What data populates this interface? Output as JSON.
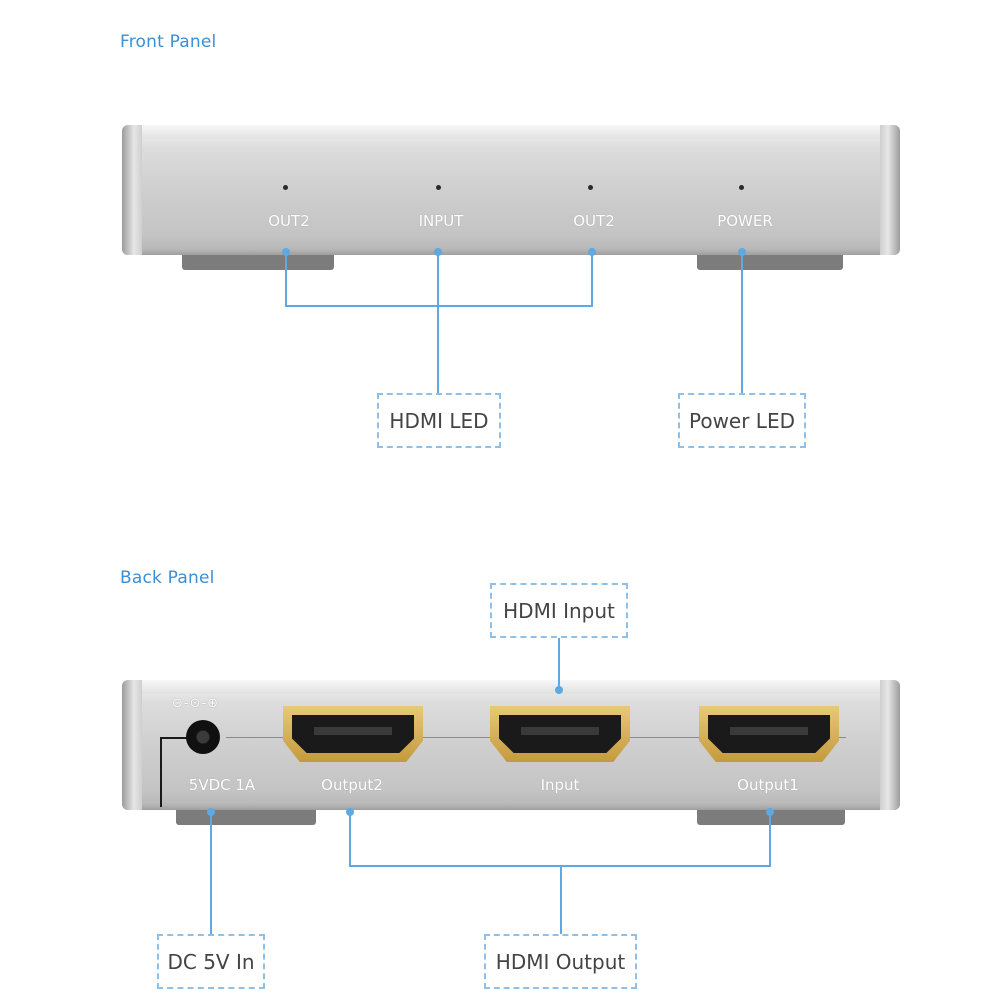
{
  "sections": {
    "front_title": "Front Panel",
    "back_title": "Back Panel"
  },
  "front_panel": {
    "labels": [
      "OUT2",
      "INPUT",
      "OUT2",
      "POWER"
    ]
  },
  "back_panel": {
    "dc_label": "5VDC 1A",
    "polarity": "⊖-⊙-⊕",
    "port_labels": [
      "Output2",
      "Input",
      "Output1"
    ]
  },
  "callouts": {
    "hdmi_led": "HDMI LED",
    "power_led": "Power LED",
    "hdmi_input": "HDMI Input",
    "dc_in": "DC 5V In",
    "hdmi_output": "HDMI Output"
  },
  "colors": {
    "accent": "#3a8fd6",
    "leader": "#5fa8e0",
    "callout_border": "#8fc0e8",
    "hdmi_gold": "#d4ac55"
  }
}
